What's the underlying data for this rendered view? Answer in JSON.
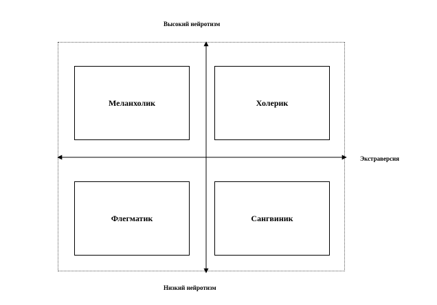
{
  "axes": {
    "top_label": "Высокий нейротизм",
    "bottom_label": "Низкий нейротизм",
    "right_label": "Экстраверсия"
  },
  "quadrants": {
    "top_left": "Меланхолик",
    "top_right": "Холерик",
    "bottom_left": "Флегматик",
    "bottom_right": "Сангвиник"
  }
}
